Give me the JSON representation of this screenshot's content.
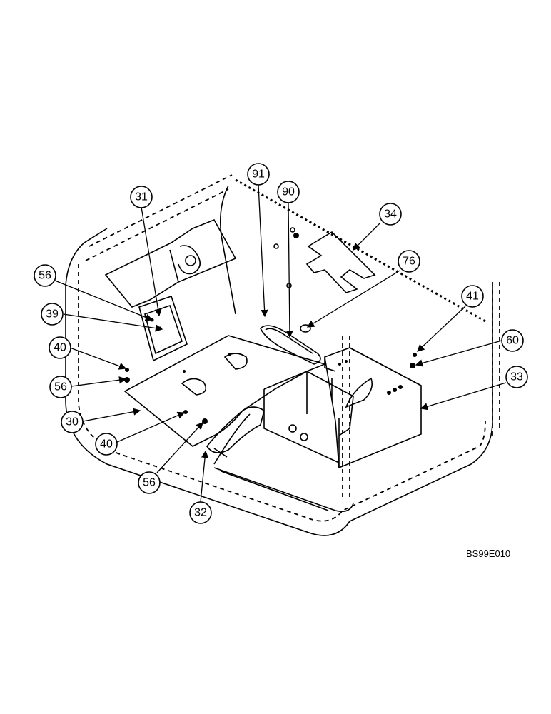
{
  "callouts": {
    "c31": "31",
    "c56a": "56",
    "c39": "39",
    "c40a": "40",
    "c56b": "56",
    "c30": "30",
    "c40b": "40",
    "c56c": "56",
    "c32": "32",
    "c91": "91",
    "c90": "90",
    "c34": "34",
    "c76": "76",
    "c41": "41",
    "c60": "60",
    "c33": "33"
  },
  "drawing_code": "BS99E010"
}
